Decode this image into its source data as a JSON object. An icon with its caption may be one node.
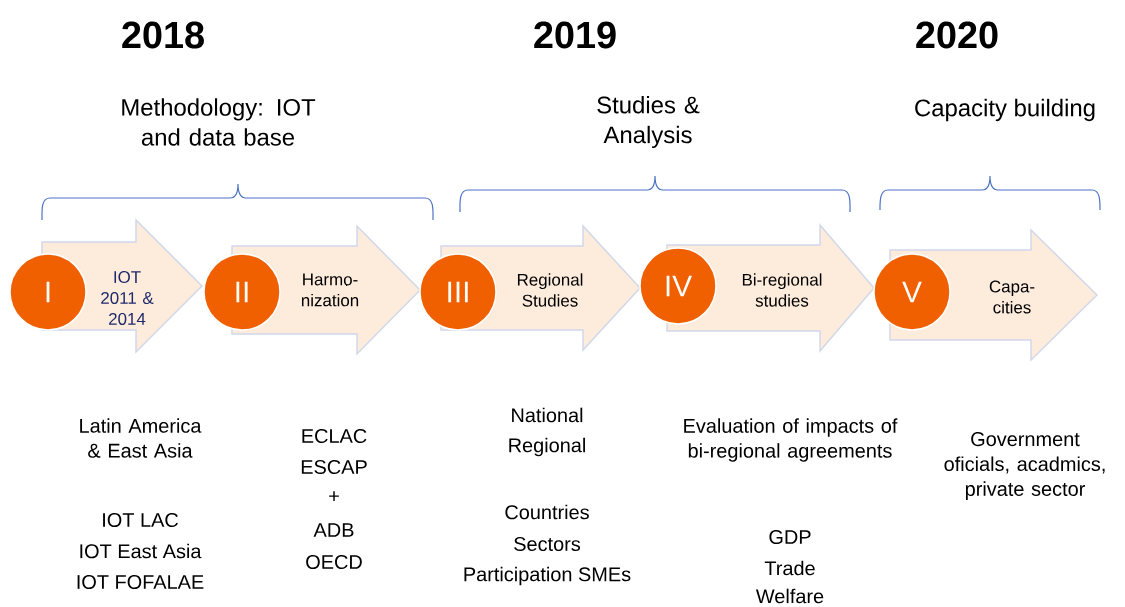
{
  "diagram": {
    "nodes": [
      {
        "text": [
          "I"
        ]
      },
      {
        "text": [
          "IOT 2011 & 2014"
        ]
      },
      {
        "text": [
          "II"
        ]
      },
      {
        "text": [
          "Harmo- nization"
        ]
      },
      {
        "text": [
          "III"
        ]
      },
      {
        "text": [
          "Regional Studies"
        ]
      },
      {
        "text": [
          "IV"
        ]
      },
      {
        "text": [
          "Bi-regional studies"
        ]
      },
      {
        "text": [
          "V"
        ]
      },
      {
        "text": [
          "Capa- cities"
        ]
      }
    ],
    "labels": [
      "2018",
      "2019",
      "2020",
      "Methodology: IOT and data base",
      "Studies & Analysis",
      "Capacity building",
      "Latin America & East Asia",
      "IOT LAC",
      "IOT East Asia",
      "IOT FOFALAE",
      "ECLAC",
      "ESCAP",
      "+",
      "ADB",
      "OECD",
      "National",
      "Regional",
      "Countries",
      "Sectors",
      "Participation SMEs",
      "Evaluation of impacts of bi-regional agreements",
      "GDP",
      "Trade",
      "Welfare",
      "Government oficials, acadmics, private sector"
    ]
  }
}
